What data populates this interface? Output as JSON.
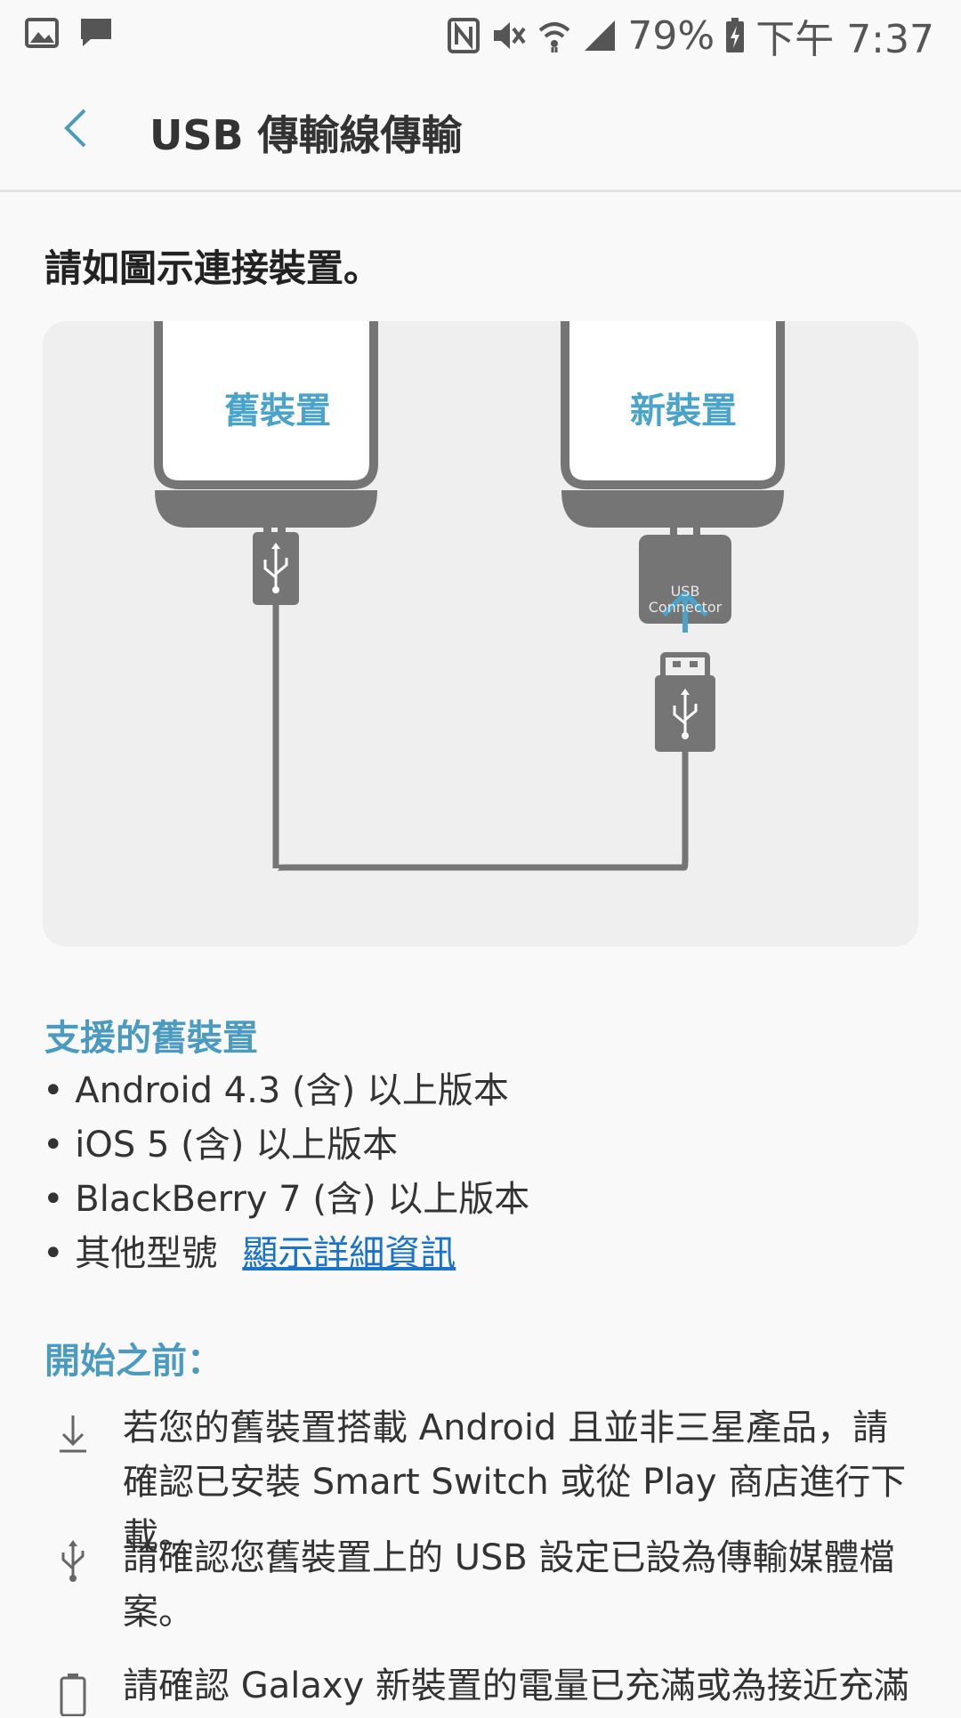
{
  "status_bar": {
    "left_icons": [
      "image-icon",
      "message-icon"
    ],
    "right_icons": [
      "nfc-icon",
      "mute-icon",
      "wifi-icon",
      "signal-icon"
    ],
    "battery_percent": "79%",
    "battery_icon": "battery-charging-icon",
    "time": "下午 7:37"
  },
  "app_bar": {
    "back_icon": "back-arrow-icon",
    "title": "USB 傳輸線傳輸"
  },
  "instruction": "請如圖示連接裝置。",
  "illustration": {
    "old_device_label": "舊裝置",
    "new_device_label": "新裝置",
    "connector_label": "USB Connector",
    "usb_icon": "usb-icon"
  },
  "supported": {
    "title": "支援的舊裝置",
    "items": [
      "• Android 4.3 (含) 以上版本",
      "• iOS 5 (含) 以上版本",
      "• BlackBerry 7 (含) 以上版本",
      "• 其他型號"
    ],
    "link": "顯示詳細資訊"
  },
  "before_start": {
    "title": "開始之前：",
    "tips": [
      {
        "icon": "download-icon",
        "text": "若您的舊裝置搭載 Android 且並非三星產品，請確認已安裝 Smart Switch 或從 Play 商店進行下載。"
      },
      {
        "icon": "usb-icon",
        "text": "請確認您舊裝置上的 USB 設定已設為傳輸媒體檔案。"
      },
      {
        "icon": "battery-icon",
        "text": "請確認 Galaxy 新裝置的電量已充滿或為接近充滿"
      }
    ]
  },
  "colors": {
    "accent": "#4a9bbf",
    "link": "#1a73c8",
    "device_gray": "#757575",
    "panel": "#efefef"
  }
}
